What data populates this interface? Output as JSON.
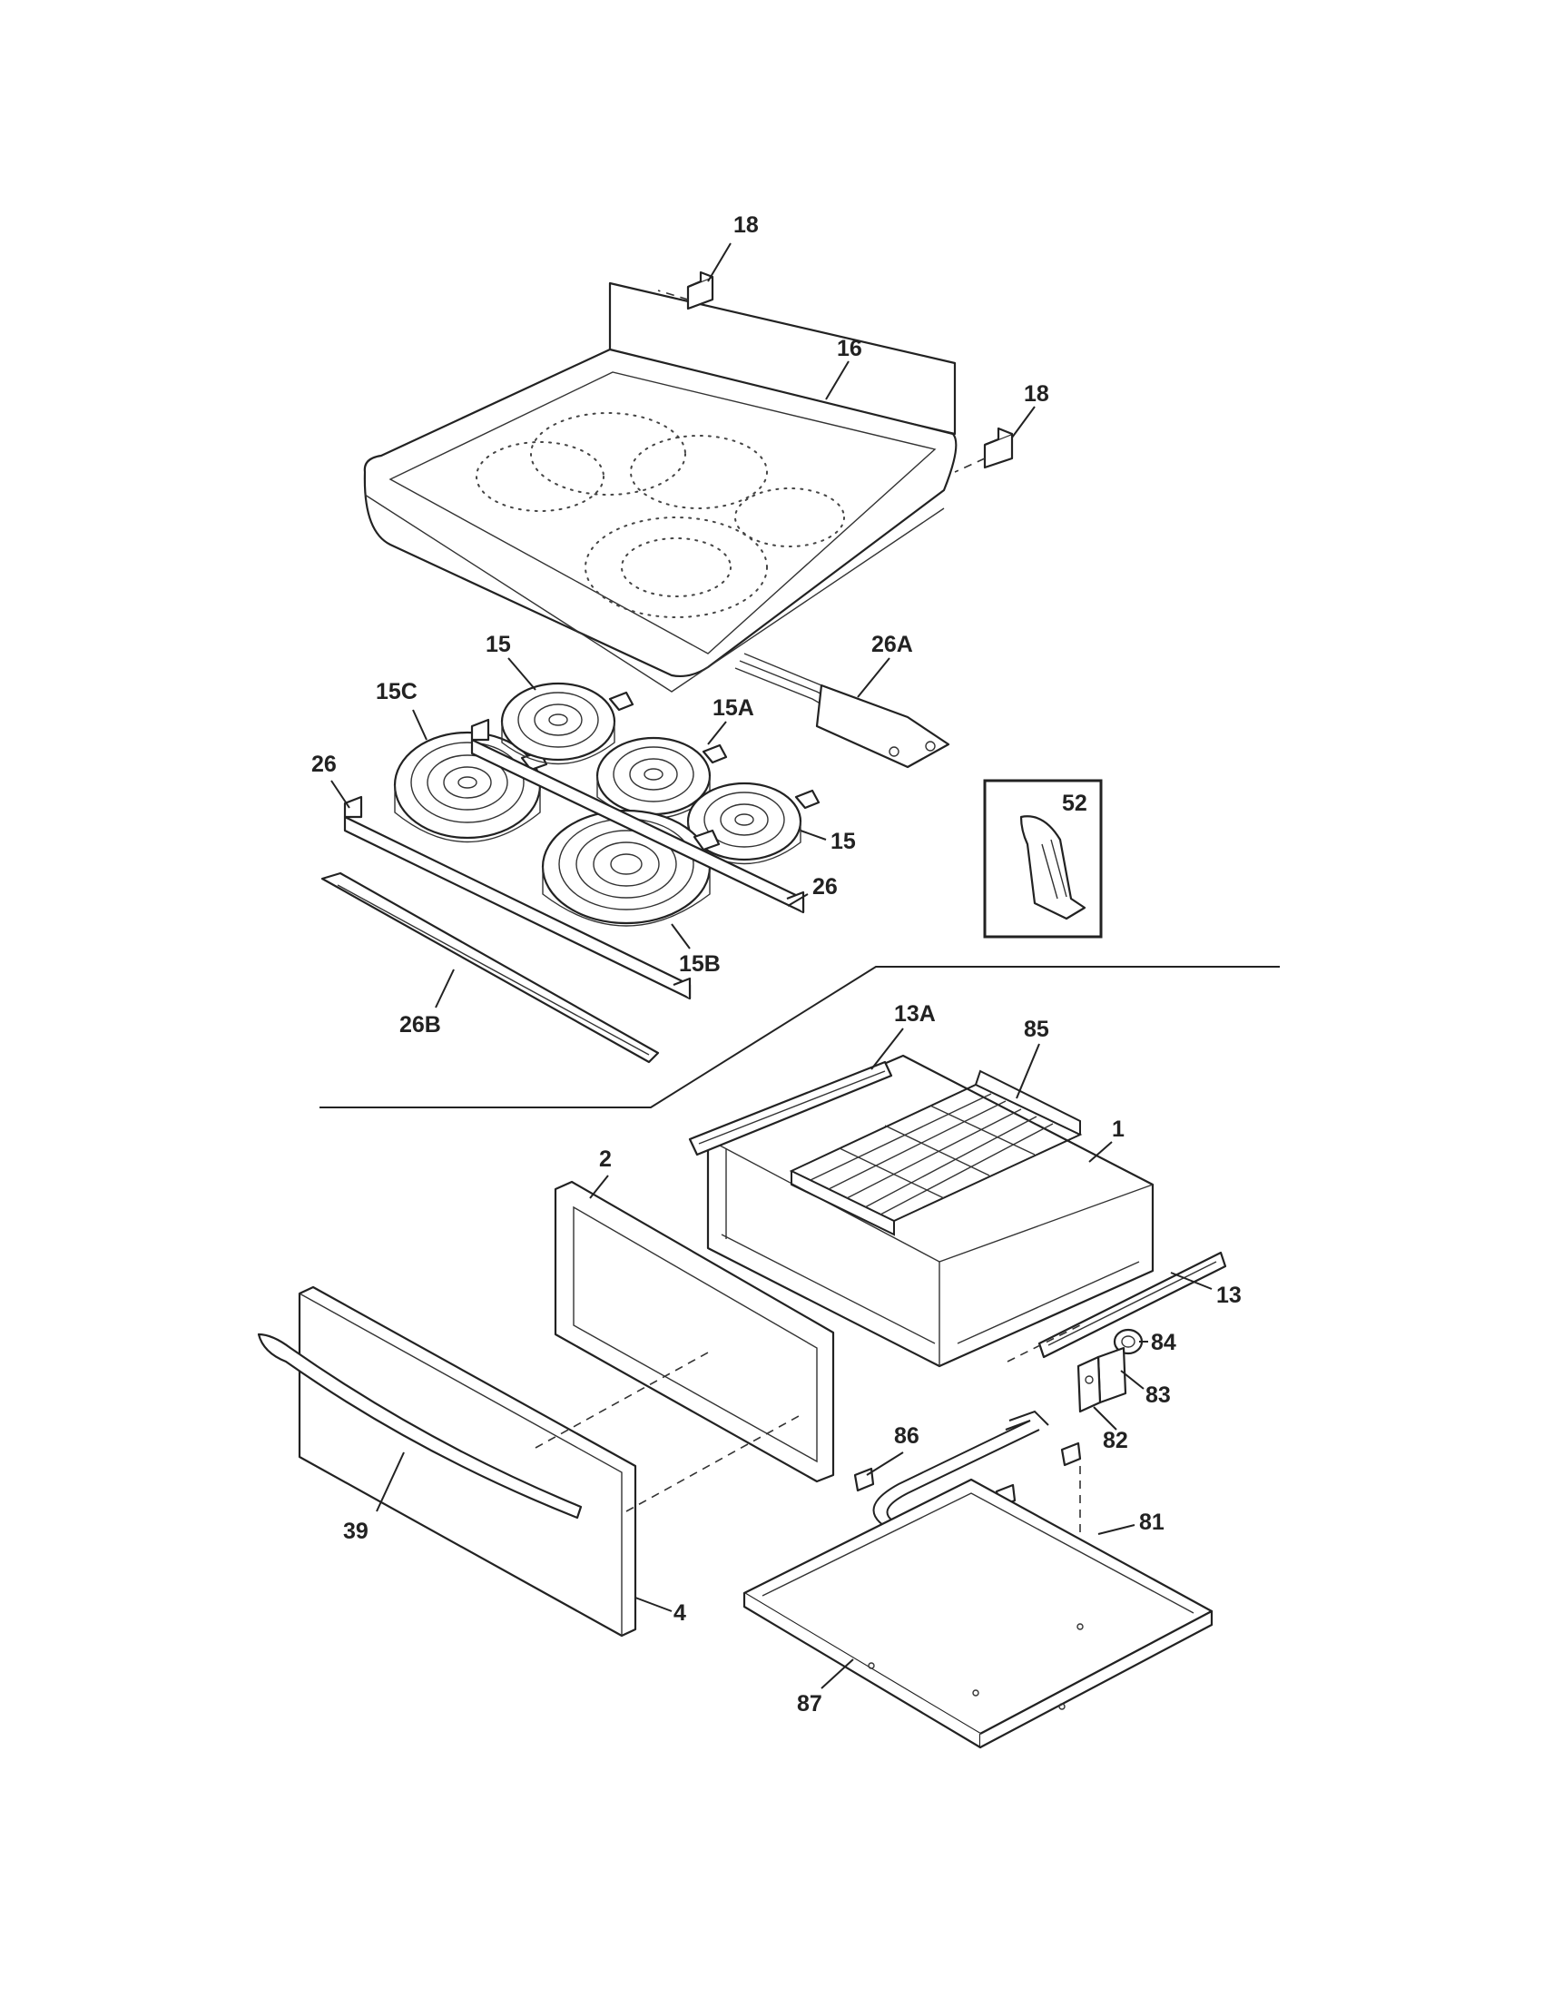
{
  "labels": {
    "p18a": "18",
    "p16": "16",
    "p18b": "18",
    "p15a_top": "15",
    "p15c": "15C",
    "p15a": "15A",
    "p26a": "26A",
    "p26_left": "26",
    "p52": "52",
    "p15_right": "15",
    "p26_right": "26",
    "p15b": "15B",
    "p26b": "26B",
    "p13a": "13A",
    "p85": "85",
    "p1": "1",
    "p2": "2",
    "p13": "13",
    "p84": "84",
    "p83": "83",
    "p82": "82",
    "p86": "86",
    "p81": "81",
    "p39": "39",
    "p4": "4",
    "p87": "87"
  }
}
